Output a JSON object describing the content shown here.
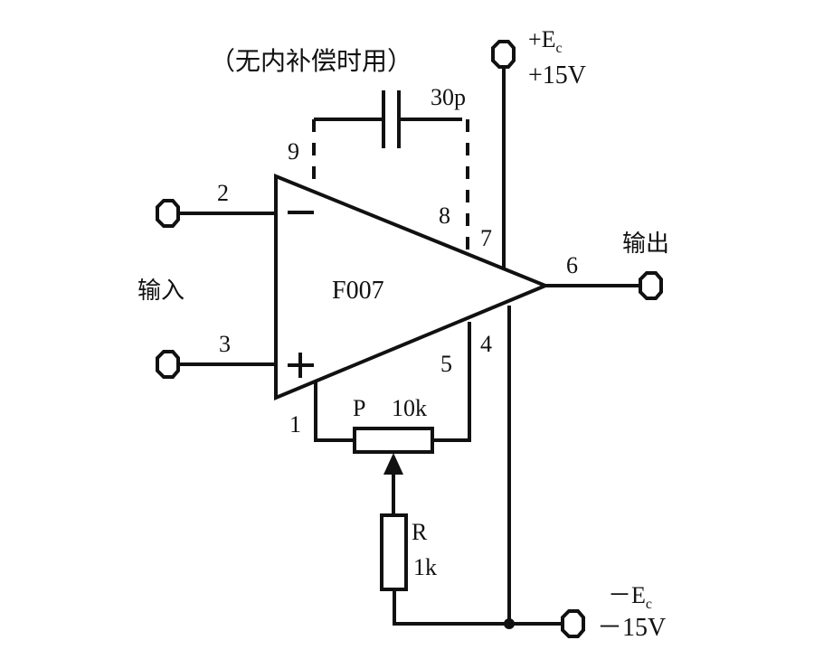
{
  "diagram": {
    "title_note": "（无内补偿时用）",
    "chip_label": "F007",
    "capacitor": {
      "value": "30p"
    },
    "potentiometer": {
      "name": "P",
      "value": "10k"
    },
    "resistor": {
      "name": "R",
      "value": "1k"
    },
    "input_label": "输入",
    "output_label": "输出",
    "supply_positive": {
      "name": "+E",
      "sub": "c",
      "voltage": "+15V"
    },
    "supply_negative": {
      "name": "－E",
      "sub": "c",
      "voltage": "－15V"
    },
    "pins": {
      "p1": "1",
      "p2": "2",
      "p3": "3",
      "p4": "4",
      "p5": "5",
      "p6": "6",
      "p7": "7",
      "p8": "8",
      "p9": "9"
    },
    "inverting_symbol": "−",
    "noninverting_symbol": "+"
  }
}
